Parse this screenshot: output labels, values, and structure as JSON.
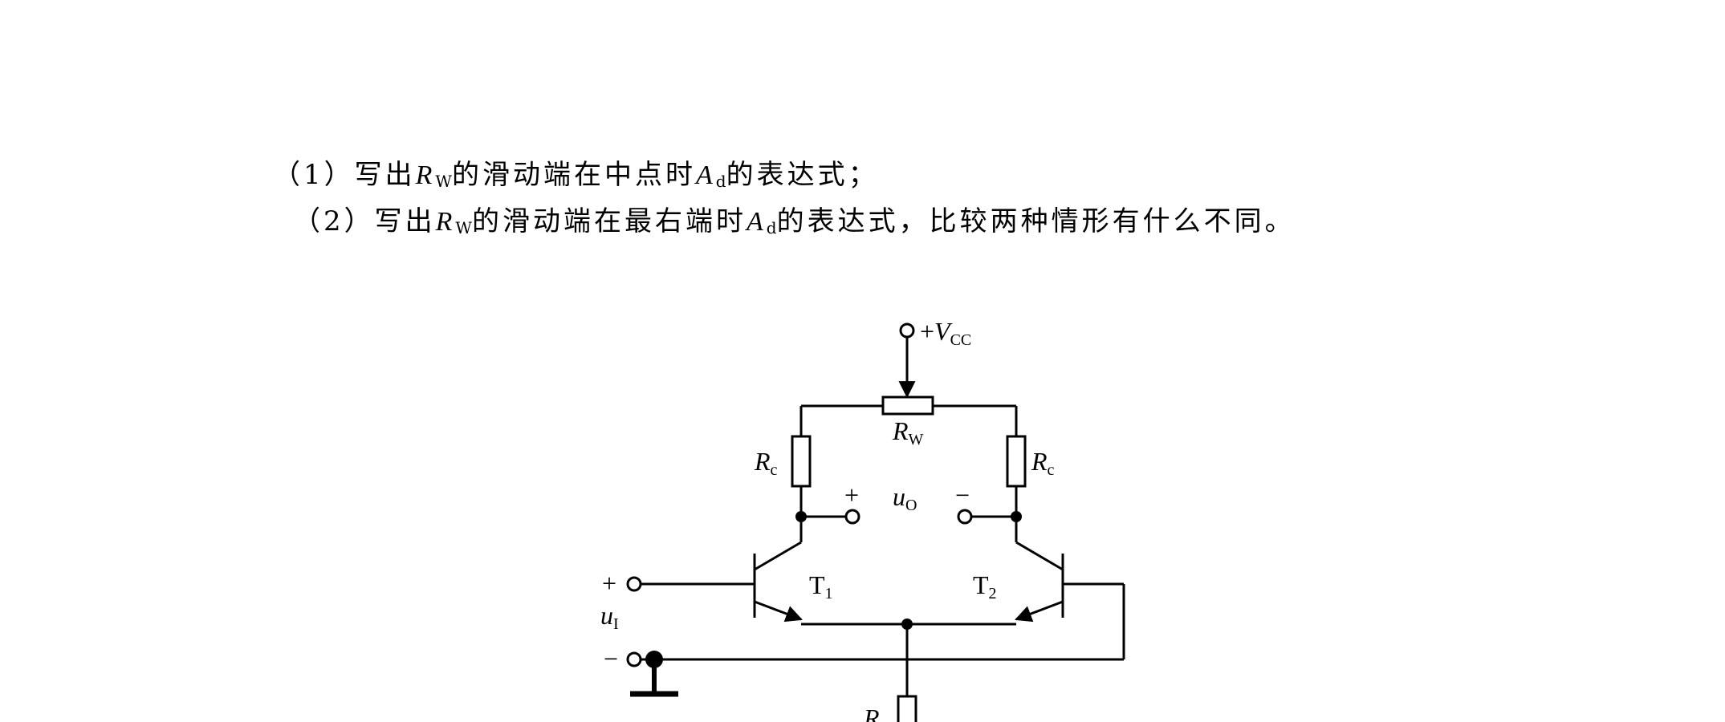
{
  "questions": [
    {
      "prefix": "（1）写出",
      "var": "R",
      "var_sub": "W",
      "mid": "的滑动端在中点时",
      "var2": "A",
      "var2_sub": "d",
      "suffix": "的表达式；"
    },
    {
      "prefix": "（2）写出",
      "var": "R",
      "var_sub": "W",
      "mid": "的滑动端在最右端时",
      "var2": "A",
      "var2_sub": "d",
      "suffix": "的表达式，比较两种情形有什么不同。"
    }
  ],
  "circuit": {
    "vcc": {
      "sign": "+",
      "symbol": "V",
      "sub": "CC"
    },
    "rw": {
      "symbol": "R",
      "sub": "W"
    },
    "rc_left": {
      "symbol": "R",
      "sub": "c"
    },
    "rc_right": {
      "symbol": "R",
      "sub": "c"
    },
    "uo": {
      "symbol": "u",
      "sub": "O",
      "plus": "+",
      "minus": "−"
    },
    "t1": {
      "symbol": "T",
      "sub": "1"
    },
    "t2": {
      "symbol": "T",
      "sub": "2"
    },
    "ui": {
      "symbol": "u",
      "sub": "I",
      "plus": "+",
      "minus": "−"
    },
    "re": {
      "symbol": "R"
    }
  }
}
